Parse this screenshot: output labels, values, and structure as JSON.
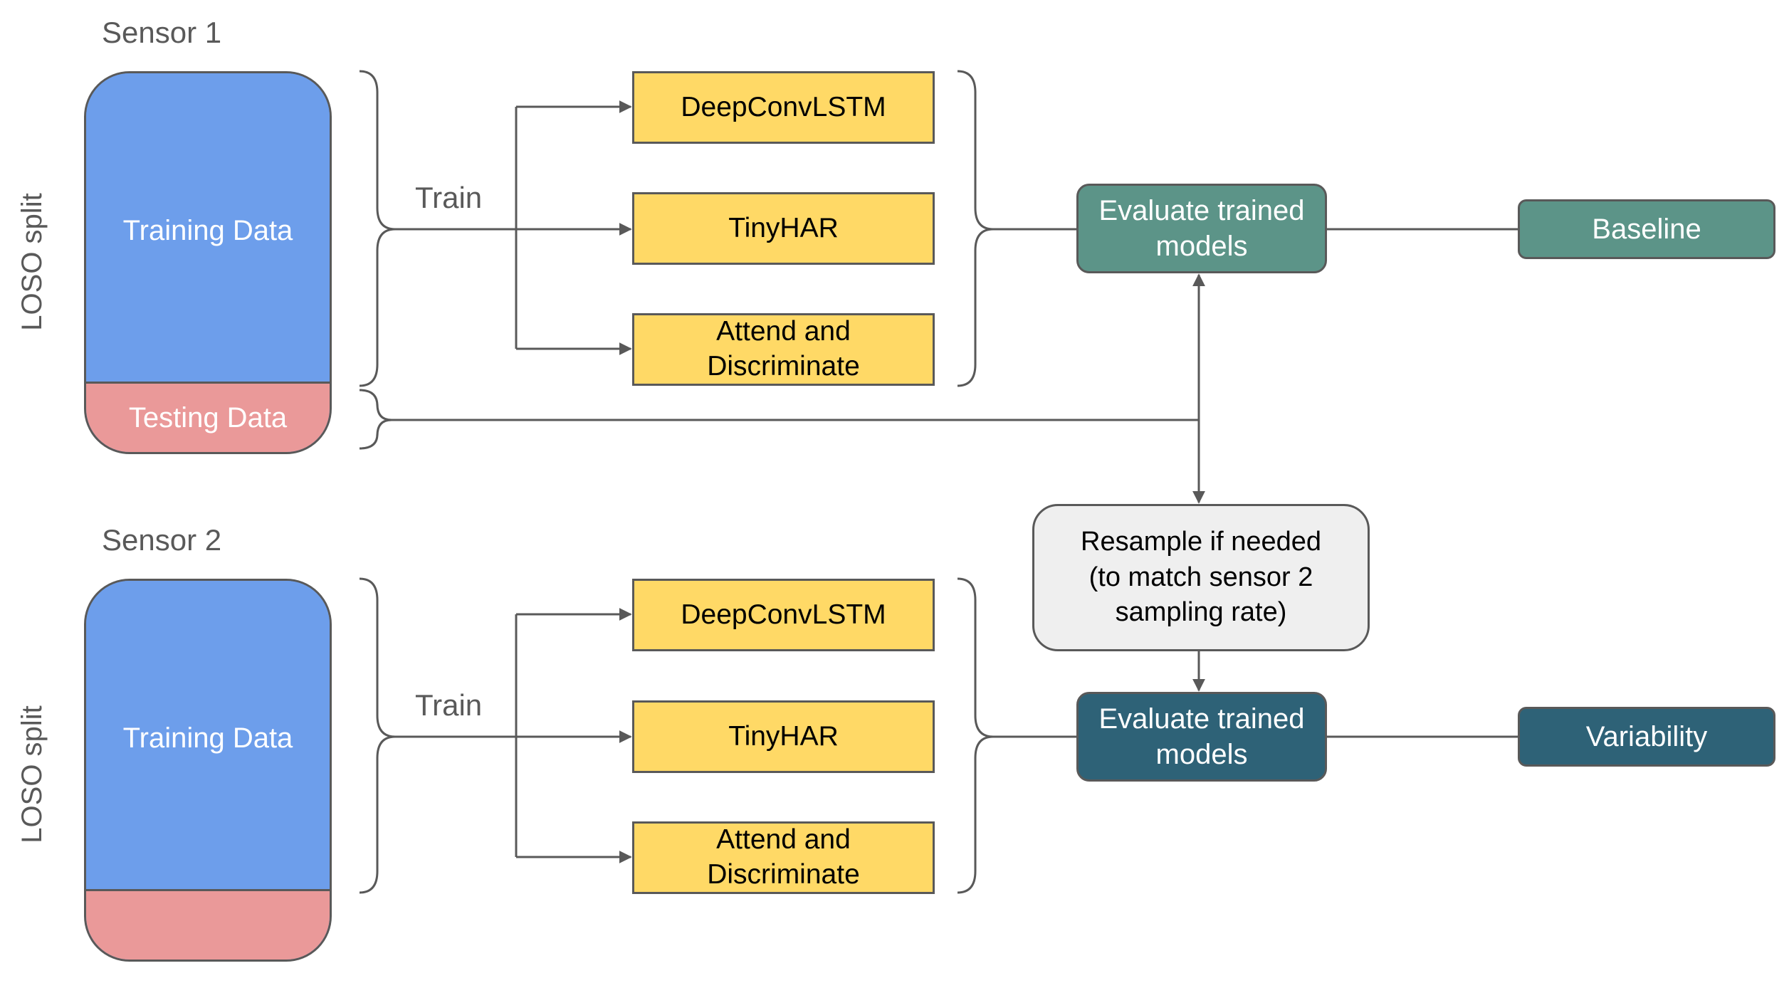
{
  "colors": {
    "training": "#6d9eeb",
    "testing": "#ea9999",
    "model": "#ffd966",
    "eval_baseline": "#5c9488",
    "eval_variability": "#2e6277",
    "resample": "#efefef",
    "stroke": "#595959"
  },
  "sensor1": {
    "title": "Sensor 1",
    "split_label": "LOSO split",
    "training_label": "Training Data",
    "testing_label": "Testing Data",
    "train_label": "Train",
    "models": [
      "DeepConvLSTM",
      "TinyHAR",
      "Attend and\nDiscriminate"
    ],
    "evaluate_label": "Evaluate trained\nmodels",
    "result_label": "Baseline"
  },
  "resample": {
    "label": "Resample if needed\n(to match sensor 2\nsampling rate)"
  },
  "sensor2": {
    "title": "Sensor 2",
    "split_label": "LOSO split",
    "training_label": "Training Data",
    "testing_label": "",
    "train_label": "Train",
    "models": [
      "DeepConvLSTM",
      "TinyHAR",
      "Attend and\nDiscriminate"
    ],
    "evaluate_label": "Evaluate trained\nmodels",
    "result_label": "Variability"
  }
}
